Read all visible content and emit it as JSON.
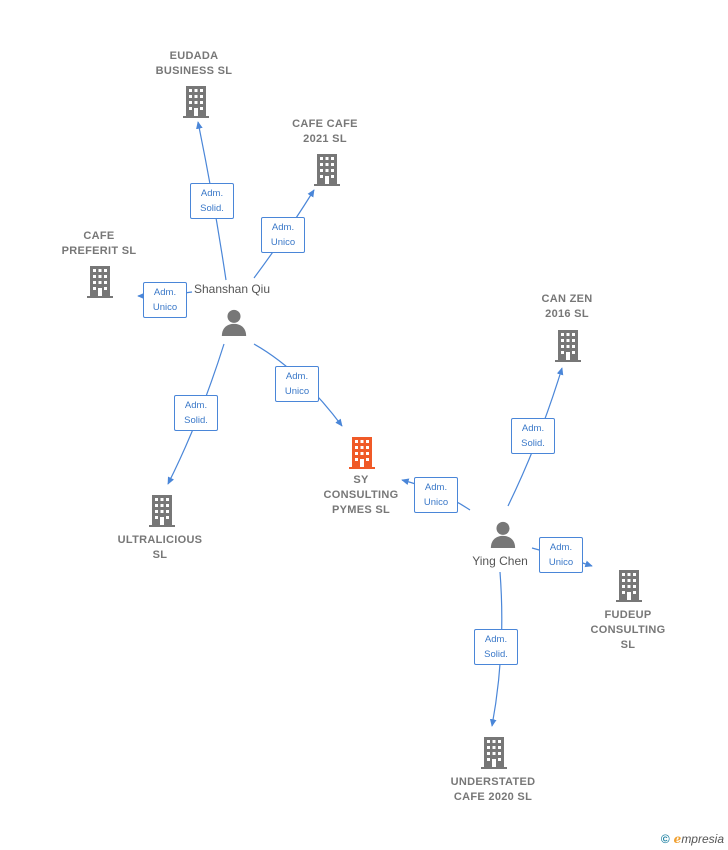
{
  "colors": {
    "edge": "#4a86d8",
    "company": "#777777",
    "company_main": "#f05a28",
    "person": "#777777"
  },
  "companies": [
    {
      "id": "eudada",
      "lines": [
        "EUDADA",
        "BUSINESS  SL"
      ],
      "main": false
    },
    {
      "id": "cafecafe",
      "lines": [
        "CAFE CAFE",
        "2021  SL"
      ],
      "main": false
    },
    {
      "id": "cafepreferit",
      "lines": [
        "CAFE",
        "PREFERIT  SL"
      ],
      "main": false
    },
    {
      "id": "canzen",
      "lines": [
        "CAN ZEN",
        "2016  SL"
      ],
      "main": false
    },
    {
      "id": "sy",
      "lines": [
        "SY",
        "CONSULTING",
        "PYMES  SL"
      ],
      "main": true
    },
    {
      "id": "ultralicious",
      "lines": [
        "ULTRALICIOUS",
        "SL"
      ],
      "main": false
    },
    {
      "id": "fudeup",
      "lines": [
        "FUDEUP",
        "CONSULTING",
        "SL"
      ],
      "main": false
    },
    {
      "id": "understated",
      "lines": [
        "UNDERSTATED",
        "CAFE 2020  SL"
      ],
      "main": false
    }
  ],
  "persons": [
    {
      "id": "shanshan",
      "name": "Shanshan Qiu"
    },
    {
      "id": "yingchen",
      "name": "Ying Chen"
    }
  ],
  "edges": [
    {
      "id": "e1",
      "lines": [
        "Adm.",
        "Solid."
      ]
    },
    {
      "id": "e2",
      "lines": [
        "Adm.",
        "Unico"
      ]
    },
    {
      "id": "e3",
      "lines": [
        "Adm.",
        "Unico"
      ]
    },
    {
      "id": "e4",
      "lines": [
        "Adm.",
        "Solid."
      ]
    },
    {
      "id": "e5",
      "lines": [
        "Adm.",
        "Unico"
      ]
    },
    {
      "id": "e6",
      "lines": [
        "Adm.",
        "Unico"
      ]
    },
    {
      "id": "e7",
      "lines": [
        "Adm.",
        "Solid."
      ]
    },
    {
      "id": "e8",
      "lines": [
        "Adm.",
        "Unico"
      ]
    },
    {
      "id": "e9",
      "lines": [
        "Adm.",
        "Solid."
      ]
    }
  ],
  "footer": {
    "copyright": "©",
    "brand_initial": "e",
    "brand_rest": "mpresia"
  }
}
